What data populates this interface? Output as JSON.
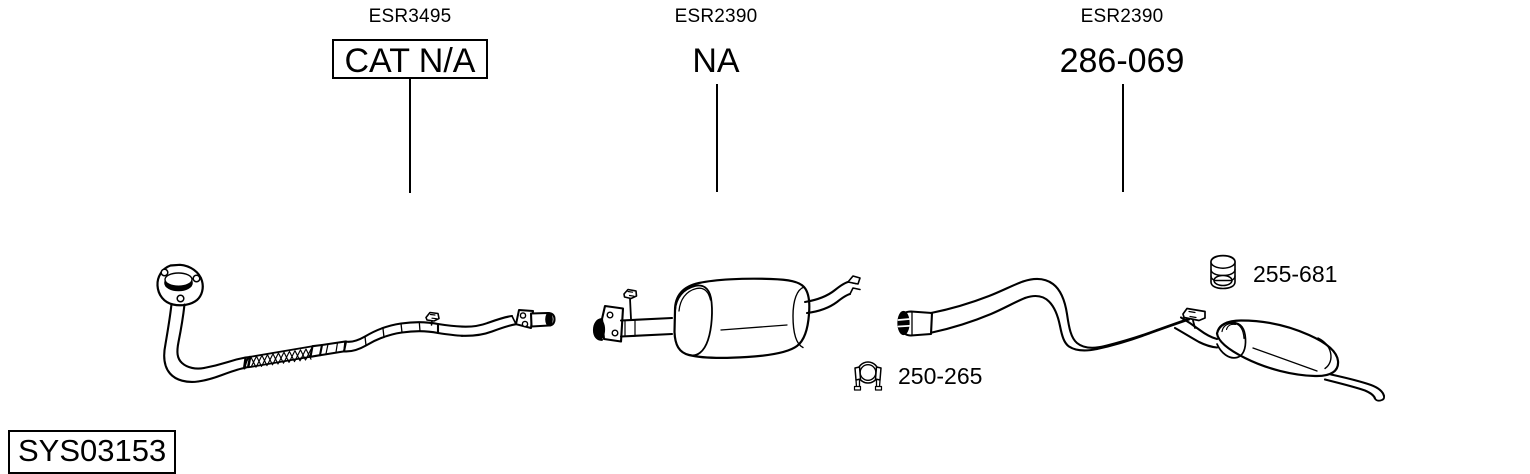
{
  "diagram": {
    "title_code": "SYS03153",
    "background_color": "#ffffff",
    "line_color": "#000000"
  },
  "callouts": [
    {
      "id": "front-pipe-catalyst",
      "sub_label": "ESR3495",
      "main_label": "CAT N/A",
      "boxed": true
    },
    {
      "id": "centre-silencer",
      "sub_label": "ESR2390",
      "main_label": "NA",
      "boxed": false
    },
    {
      "id": "rear-silencer",
      "sub_label": "ESR2390",
      "main_label": "286-069",
      "boxed": false
    }
  ],
  "accessories": [
    {
      "id": "exhaust-clamp",
      "icon": "u-bolt-clamp-icon",
      "label": "250-265"
    },
    {
      "id": "rubber-mount",
      "icon": "rubber-mount-icon",
      "label": "255-681"
    }
  ],
  "components": [
    {
      "id": "front-pipe",
      "name": "front-pipe-with-flex-and-catalyst"
    },
    {
      "id": "centre-silencer",
      "name": "centre-silencer-assembly"
    },
    {
      "id": "intermediate-pipe",
      "name": "intermediate-pipe"
    },
    {
      "id": "rear-silencer",
      "name": "rear-silencer-with-tailpipe"
    }
  ]
}
